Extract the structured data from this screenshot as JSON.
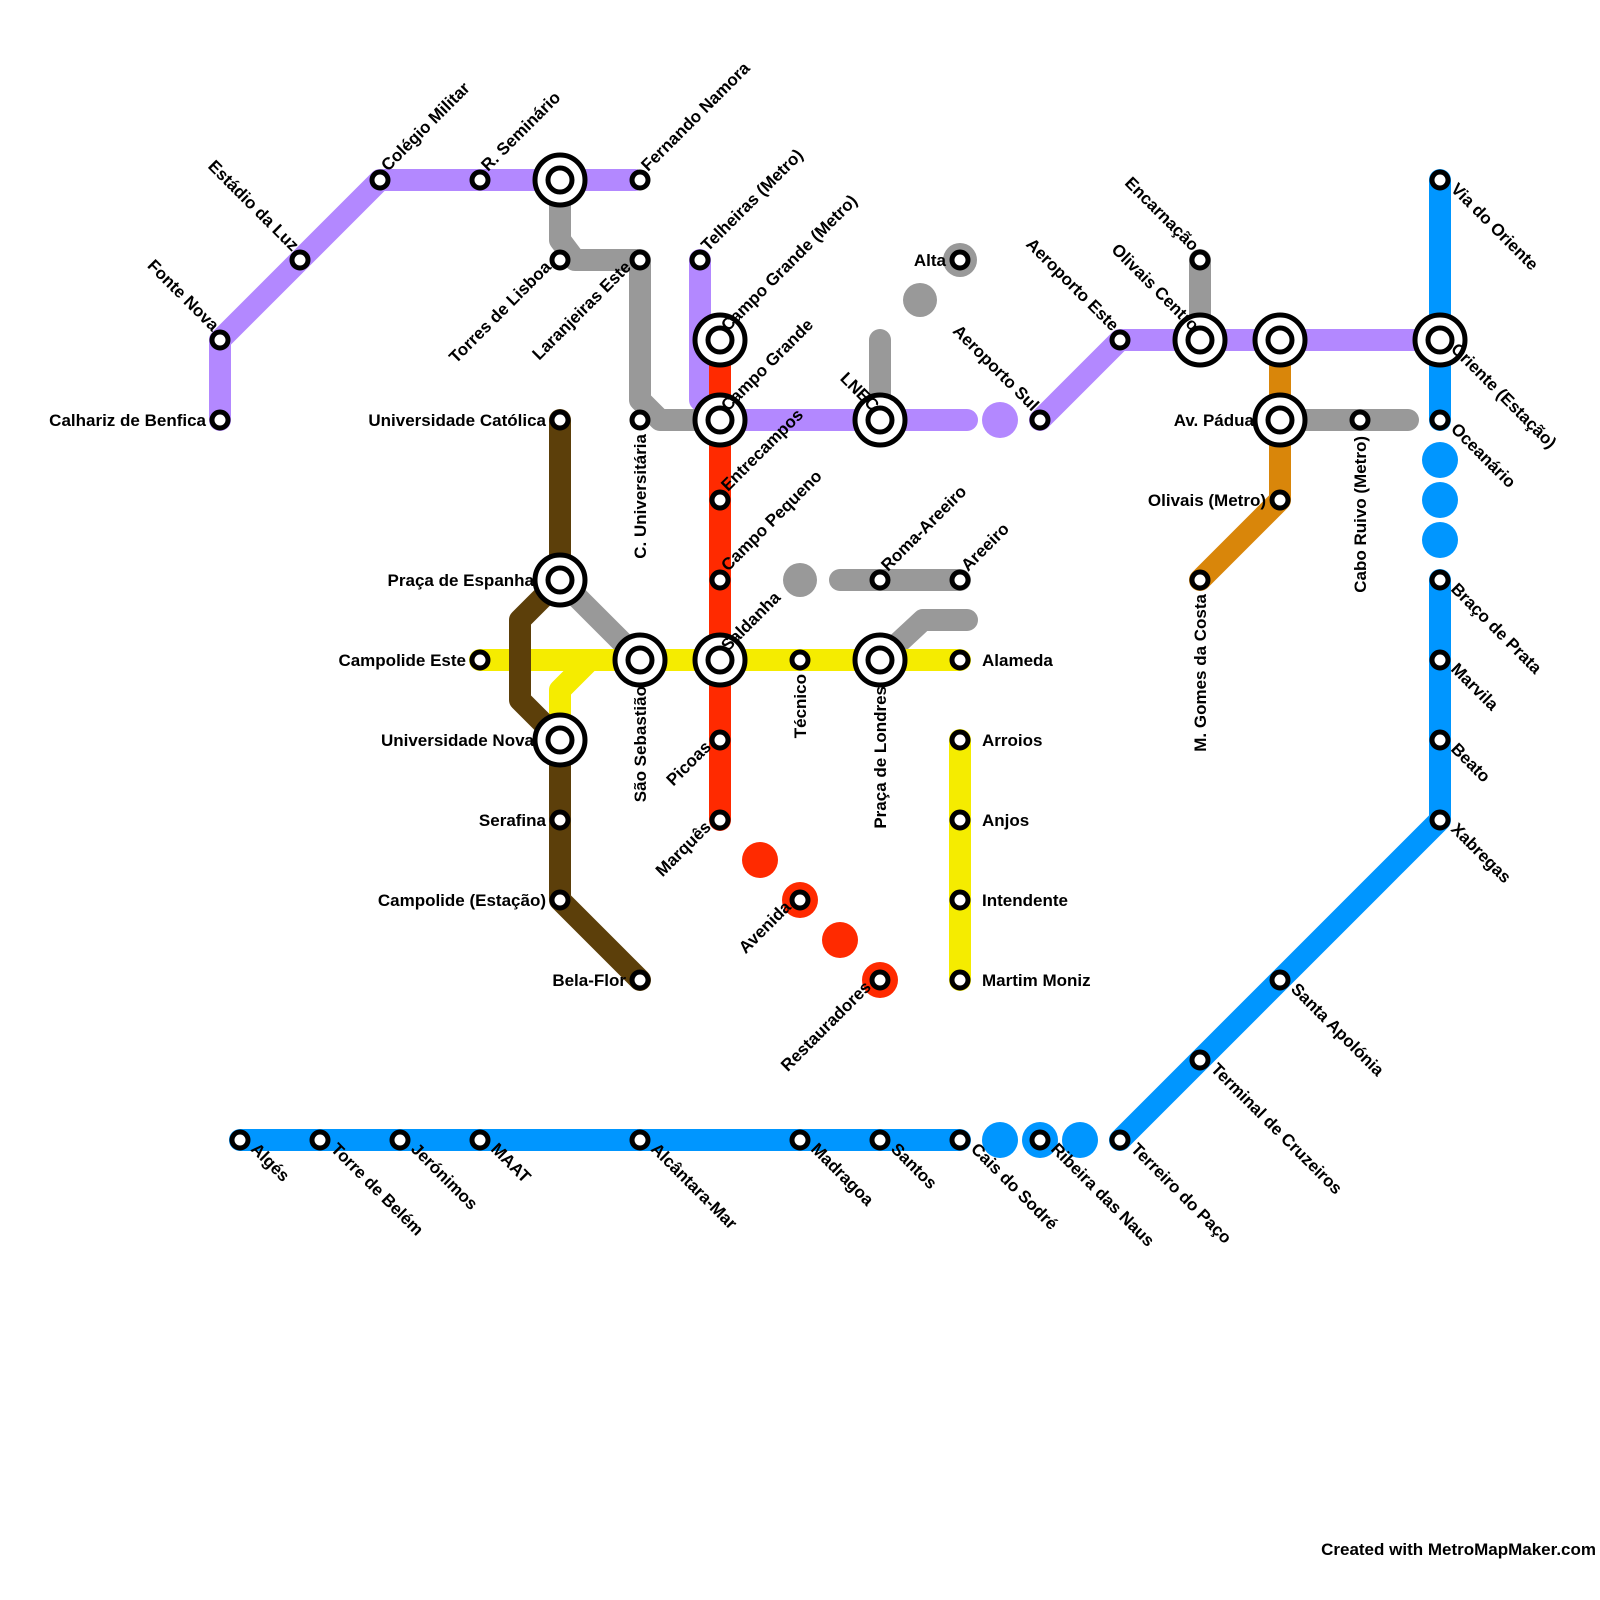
{
  "credit": "Created with MetroMapMaker.com",
  "line_colors": {
    "purple": "#b388ff",
    "gray": "#999999",
    "red": "#ff2a00",
    "yellow": "#f5ec00",
    "brown": "#5c3f0a",
    "orange": "#d9860a",
    "blue": "#0096ff"
  },
  "stations": {
    "calhariz": "Calhariz de Benfica",
    "fonte_nova": "Fonte Nova",
    "estadio_luz": "Estádio da Luz",
    "colegio_militar": "Colégio Militar",
    "r_seminario": "R. Seminário",
    "fernando_namora": "Fernando Namora",
    "torres_lisboa": "Torres de Lisboa",
    "laranjeiras_este": "Laranjeiras Este",
    "telheiras": "Telheiras (Metro)",
    "campo_grande_metro": "Campo Grande (Metro)",
    "campo_grande": "Campo Grande",
    "alta": "Alta",
    "aeroporto_sul": "Aeroporto Sul",
    "aeroporto_este": "Aeroporto Este",
    "encarnacao": "Encarnação",
    "olivais_centro": "Olivais Centro",
    "via_oriente": "Via do Oriente",
    "oriente": "Oriente (Estação)",
    "universidade_catolica": "Universidade Católica",
    "c_universitaria": "C. Universitária",
    "entrecampos": "Entrecampos",
    "lnec": "LNEC",
    "av_padua": "Av. Pádua",
    "cabo_ruivo": "Cabo Ruivo (Metro)",
    "oceanario": "Oceanário",
    "campo_pequeno": "Campo Pequeno",
    "olivais_metro": "Olivais (Metro)",
    "m_gomes_costa": "M. Gomes da Costa",
    "roma_areeiro": "Roma-Areeiro",
    "areeiro": "Areeiro",
    "praca_espanha": "Praça de Espanha",
    "saldanha": "Saldanha",
    "braco_prata": "Braço de Prata",
    "campolide_este": "Campolide Este",
    "sao_sebastiao": "São Sebastião",
    "tecnico": "Técnico",
    "praca_londres": "Praça de Londres",
    "alameda": "Alameda",
    "marvila": "Marvila",
    "universidade_nova": "Universidade Nova",
    "picoas": "Picoas",
    "arroios": "Arroios",
    "beato": "Beato",
    "serafina": "Serafina",
    "marques": "Marquês",
    "anjos": "Anjos",
    "xabregas": "Xabregas",
    "campolide_estacao": "Campolide (Estação)",
    "avenida": "Avenida",
    "intendente": "Intendente",
    "bela_flor": "Bela-Flor",
    "restauradores": "Restauradores",
    "martim_moniz": "Martim Moniz",
    "santa_apolonia": "Santa Apolónia",
    "terminal_cruzeiros": "Terminal de Cruzeiros",
    "alges": "Algés",
    "torre_belem": "Torre de Belém",
    "jeronimos": "Jerónimos",
    "maat": "MAAT",
    "alcantara_mar": "Alcântara-Mar",
    "madragoa": "Madragoa",
    "santos": "Santos",
    "cais_sodre": "Cais do Sodré",
    "ribeira_naus": "Ribeira das Naus",
    "terreiro_paco": "Terreiro do Paço"
  }
}
